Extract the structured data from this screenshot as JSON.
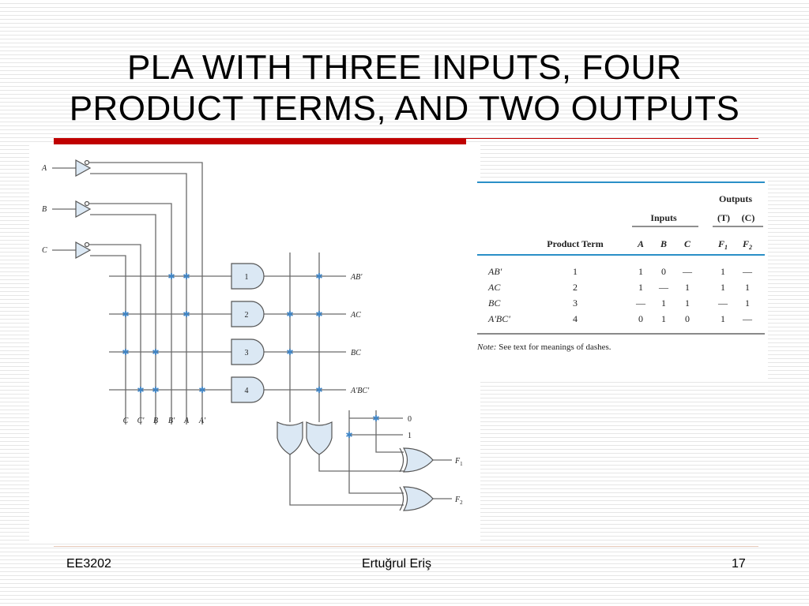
{
  "slide": {
    "title_line1": "PLA WITH THREE INPUTS, FOUR",
    "title_line2": "PRODUCT TERMS, AND TWO OUTPUTS",
    "footer_left": "EE3202",
    "footer_center": "Ertuğrul Eriş",
    "footer_right": "17"
  },
  "colors": {
    "accent": "#c00000",
    "gate_fill": "#dbe8f4",
    "fuse": "#3f86c8",
    "table_rule": "#2a8fc7"
  },
  "circuit": {
    "inputs": [
      "A",
      "B",
      "C"
    ],
    "column_labels": [
      "C",
      "C'",
      "B",
      "B'",
      "A",
      "A'"
    ],
    "and_gates": [
      "1",
      "2",
      "3",
      "4"
    ],
    "product_labels": [
      "AB'",
      "AC",
      "BC",
      "A'BC'"
    ],
    "constants": [
      "0",
      "1"
    ],
    "outputs": [
      "F",
      "F"
    ],
    "output_subscripts": [
      "1",
      "2"
    ]
  },
  "table": {
    "header_outputs": "Outputs",
    "header_inputs": "Inputs",
    "header_t": "(T)",
    "header_c": "(C)",
    "col_product_term": "Product Term",
    "col_a": "A",
    "col_b": "B",
    "col_c": "C",
    "col_f1": "F",
    "col_f2": "F",
    "sub_f1": "1",
    "sub_f2": "2",
    "rows": [
      {
        "term": "AB'",
        "num": "1",
        "a": "1",
        "b": "0",
        "c": "—",
        "f1": "1",
        "f2": "—"
      },
      {
        "term": "AC",
        "num": "2",
        "a": "1",
        "b": "—",
        "c": "1",
        "f1": "1",
        "f2": "1"
      },
      {
        "term": "BC",
        "num": "3",
        "a": "—",
        "b": "1",
        "c": "1",
        "f1": "—",
        "f2": "1"
      },
      {
        "term": "A'BC'",
        "num": "4",
        "a": "0",
        "b": "1",
        "c": "0",
        "f1": "1",
        "f2": "—"
      }
    ],
    "note_label": "Note:",
    "note_text": " See text for meanings of dashes."
  }
}
